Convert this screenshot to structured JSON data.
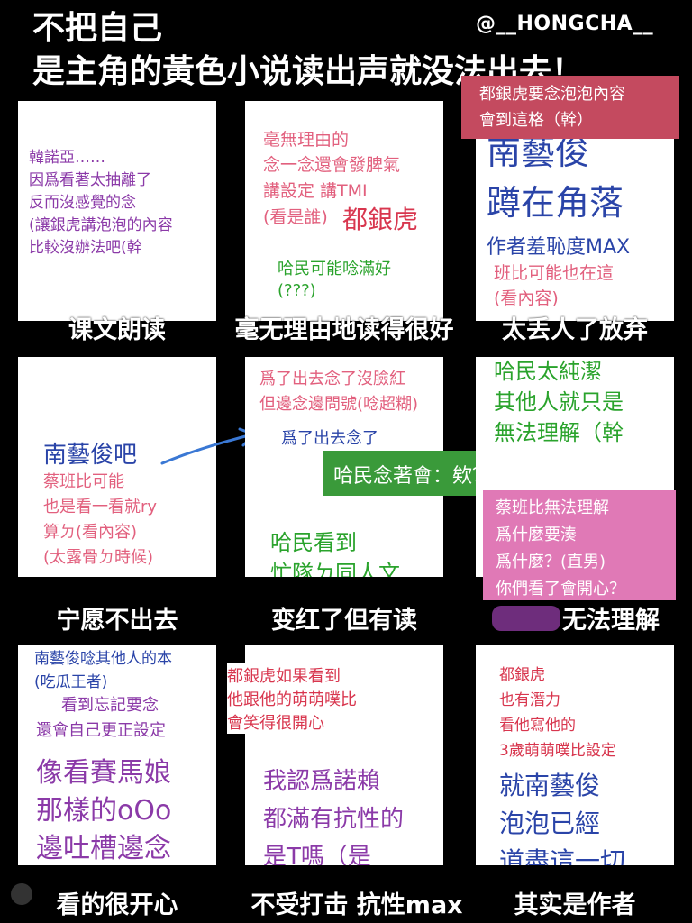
{
  "header": {
    "title_line1": "不把自己",
    "title_line2": "是主角的黃色小说读出声就没法出去！",
    "handle": "@__HONGCHA__"
  },
  "panels": [
    {
      "id": 1,
      "caption": "课文朗读",
      "lines": [
        "韓諾亞……",
        "因爲看著太抽離了",
        "反而沒感覺的念",
        "(讓銀虎講泡泡的內容",
        "比較沒辦法吧(幹"
      ]
    },
    {
      "id": 2,
      "caption": "毫无理由地读得很好",
      "lines": [
        "毫無理由的",
        "念一念還會發脾氣",
        "講設定 講TMI",
        "(看是誰)",
        "都銀虎"
      ],
      "green_lines": [
        "哈民可能唸滿好",
        "(???)"
      ]
    },
    {
      "id": 3,
      "caption": "太丢人了放弃",
      "note_lines": [
        "都銀虎要念泡泡內容",
        "會到這格（幹）"
      ],
      "big_lines": [
        "南藝俊",
        "蹲在角落"
      ],
      "mid_line": "作者羞恥度MAX",
      "pink_lines": [
        "班比可能也在這",
        "(看內容)"
      ]
    },
    {
      "id": 4,
      "caption": "宁愿不出去",
      "blue_line": "南藝俊吧",
      "pink_lines": [
        "蔡班比可能",
        "也是看一看就ry",
        "算ㄉ(看內容)",
        "(太露骨ㄉ時候)"
      ]
    },
    {
      "id": 5,
      "caption": "变红了但有读",
      "pink_lines": [
        "爲了出去念了沒臉紅",
        "但邊念邊問號(唸超糊)"
      ],
      "blue_line": "爲了出去念了",
      "green_note": "哈民念著會：欸？诶？",
      "green_lines": [
        "哈民看到",
        "忙隊ㄉ同人文"
      ]
    },
    {
      "id": 6,
      "caption": "无法理解",
      "green_lines": [
        "哈民太純潔",
        "其他人就只是",
        "無法理解（幹"
      ],
      "note_lines": [
        "蔡班比無法理解",
        "爲什麼要湊",
        "爲什麼？(直男)",
        "你們看了會開心？"
      ]
    },
    {
      "id": 7,
      "caption": "看的很开心",
      "blue_lines": [
        "南藝俊唸其他人的本",
        "(吃瓜王者)"
      ],
      "purple_lines": [
        "看到忘記要念",
        "還會自己更正設定"
      ],
      "big_lines": [
        "像看賽馬娘",
        "那樣的oOo",
        "邊吐槽邊念"
      ]
    },
    {
      "id": 8,
      "caption": "不受打击 抗性max",
      "red_lines": [
        "都銀虎如果看到",
        "他跟他的萌萌噗比",
        "會笑得很開心"
      ],
      "purple_lines": [
        "我認爲諾賴",
        "都滿有抗性的",
        "是T嗎（是"
      ]
    },
    {
      "id": 9,
      "caption": "其实是作者",
      "red_lines": [
        "都銀虎",
        "也有潛力",
        "看他寫他的",
        "3歲萌萌噗比設定"
      ],
      "blue_lines": [
        "就南藝俊",
        "泡泡已經",
        "道盡這一切"
      ]
    }
  ],
  "colors": {
    "purple": "#8b3aa8",
    "pink": "#e2607e",
    "red": "#d8364e",
    "green": "#2aa32c",
    "blue": "#2a44a8",
    "note_red": "#c44a5f",
    "note_green": "#3a9a3a",
    "note_pink": "#e079b6"
  }
}
